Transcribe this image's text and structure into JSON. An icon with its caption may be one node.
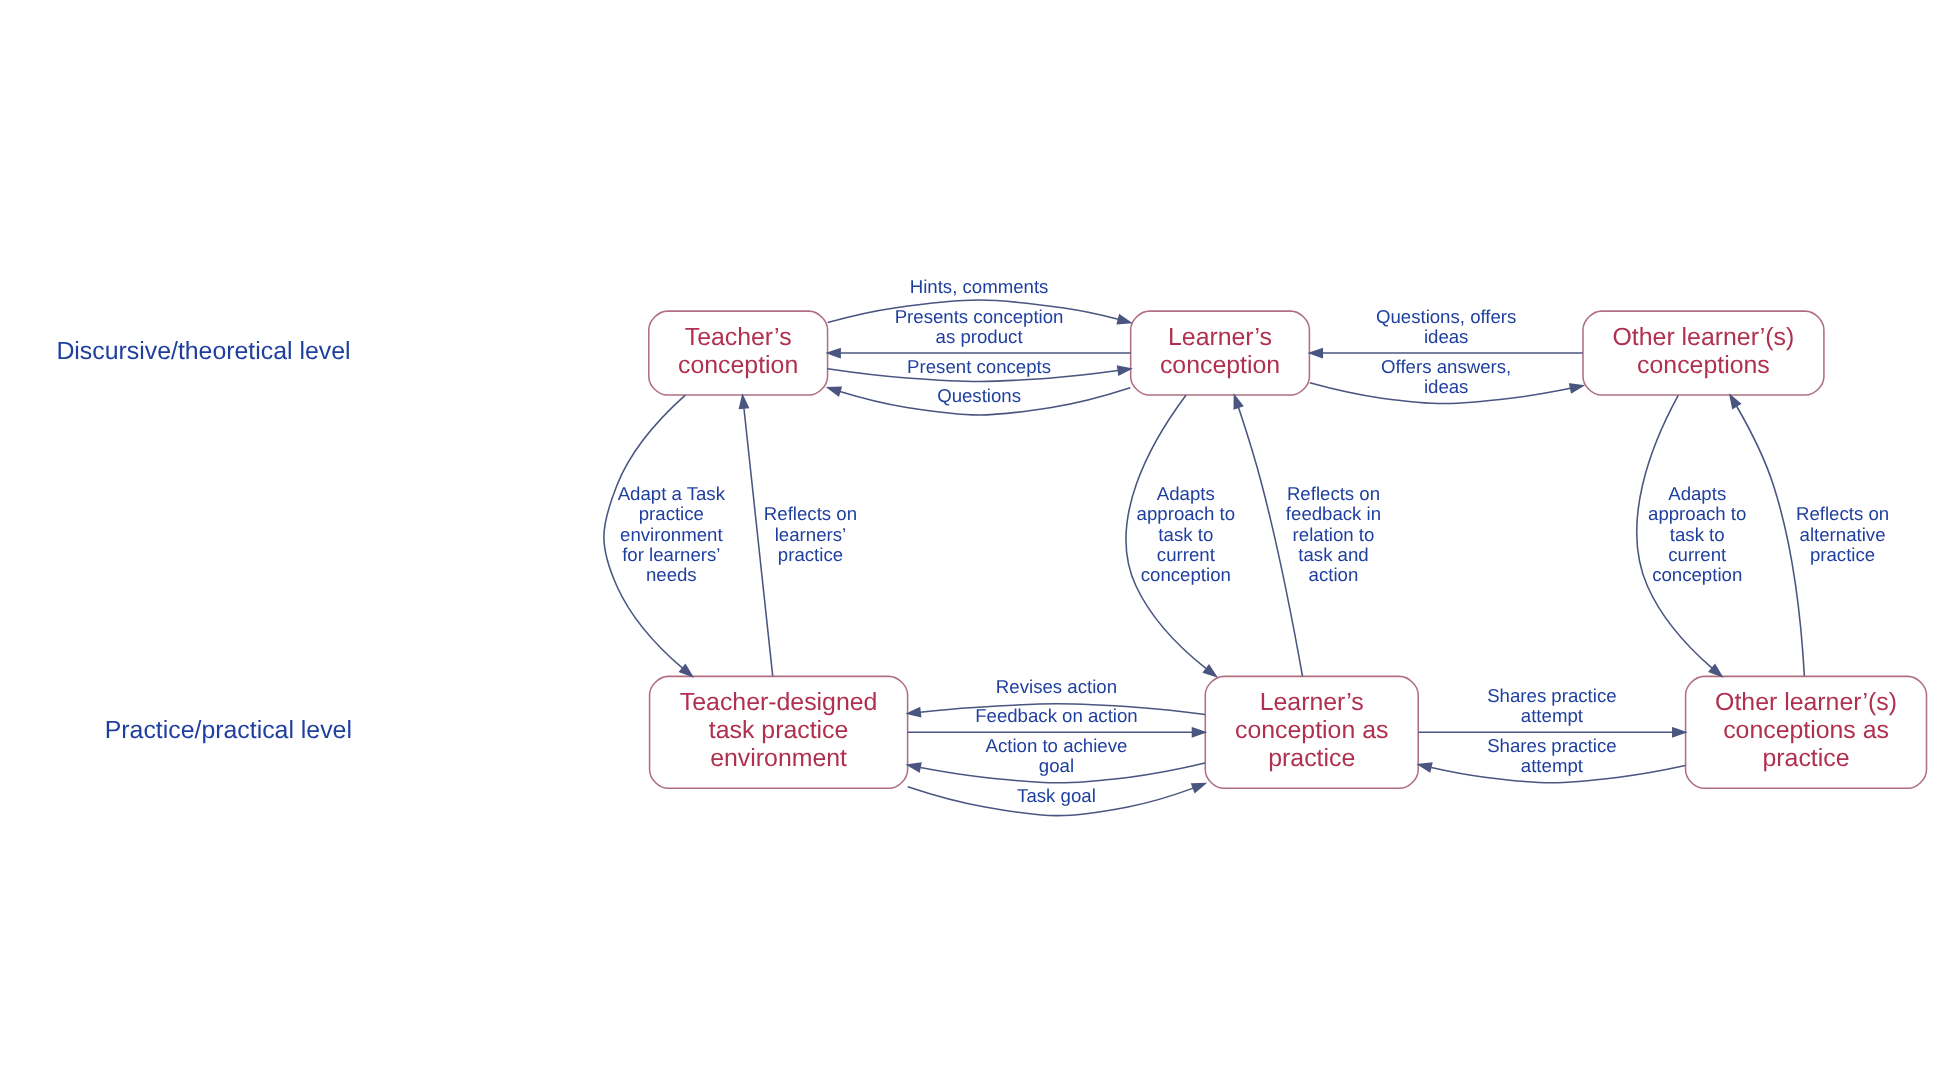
{
  "diagram": {
    "nodes": [
      {
        "text": [
          "Teacher’s conception"
        ]
      },
      {
        "text": [
          "Learner’s conception"
        ]
      },
      {
        "text": [
          "Other learner’(s) conceptions"
        ]
      },
      {
        "text": [
          "Teacher-designed task practice environment"
        ]
      },
      {
        "text": [
          "Learner’s conception as practice"
        ]
      },
      {
        "text": [
          "Other learner’(s) conceptions as practice"
        ]
      }
    ],
    "edges": [
      {
        "from": 0,
        "to": 1,
        "arrow": "to",
        "label": "Present concepts"
      },
      {
        "from": 0,
        "to": 1,
        "arrow": "to",
        "label": "Hints, comments"
      },
      {
        "from": 1,
        "to": 2,
        "arrow": "to",
        "label": "Offers answers, ideas"
      },
      {
        "from": 1,
        "to": 0,
        "arrow": "to",
        "label": "Questions"
      },
      {
        "from": 1,
        "to": 0,
        "arrow": "to",
        "label": "Presents conception as product"
      },
      {
        "from": 2,
        "to": 1,
        "arrow": "to",
        "label": "Questions, offers ideas"
      },
      {
        "from": 0,
        "to": 3,
        "arrow": "to",
        "label": "Adapt a Task practice environment for learners’ needs"
      },
      {
        "from": 3,
        "to": 0,
        "arrow": "to",
        "label": "Reflects on learners’ practice"
      },
      {
        "from": 1,
        "to": 4,
        "arrow": "to",
        "label": "Adapts approach to task to current conception"
      },
      {
        "from": 4,
        "to": 1,
        "arrow": "to",
        "label": "Reflects on feedback in relation to task and action"
      },
      {
        "from": 2,
        "to": 5,
        "arrow": "to",
        "label": "Adapts approach to task to current conception"
      },
      {
        "from": 5,
        "to": 2,
        "arrow": "to",
        "label": "Reflects on alternative practice"
      },
      {
        "from": 3,
        "to": 4,
        "arrow": "to",
        "label": "Task goal"
      },
      {
        "from": 3,
        "to": 4,
        "arrow": "to",
        "label": "Feedback on action"
      },
      {
        "from": 4,
        "to": 5,
        "arrow": "to",
        "label": "Shares practice attempt"
      },
      {
        "from": 4,
        "to": 3,
        "arrow": "to",
        "label": "Action to achieve goal"
      },
      {
        "from": 4,
        "to": 3,
        "arrow": "to",
        "label": "Revises action"
      },
      {
        "from": 5,
        "to": 4,
        "arrow": "to",
        "label": "Shares practice attempt"
      }
    ],
    "labels": [
      "Discursive/theoretical level",
      "Practice/practical level"
    ]
  }
}
